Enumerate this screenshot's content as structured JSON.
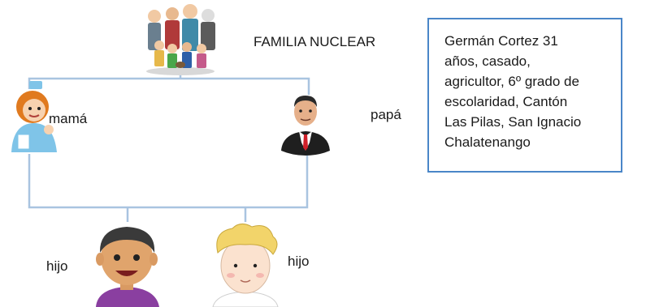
{
  "title": "FAMILIA NUCLEAR",
  "members": {
    "mother": "mamá",
    "father": "papá",
    "son_1": "hijo",
    "son_2": "hijo"
  },
  "info_box": {
    "text": "Germán Cortez 31\naños, casado,\nagricultor, 6º grado de\nescolaridad, Cantón\nLas Pilas, San Ignacio\nChalatenango"
  },
  "colors": {
    "connector_lines": "#a9c4e0",
    "box_border": "#4a86c8",
    "mother_hair": "#e07a1f",
    "mother_uniform": "#7fc4e8",
    "father_suit": "#1f1f1f",
    "father_tie": "#d0202a",
    "son1_shirt": "#8a3fa0",
    "son1_hair": "#3a3a3a",
    "son2_hair": "#f2d46a"
  },
  "icons": [
    "family-group-icon",
    "nurse-mother-icon",
    "father-suit-icon",
    "boy-dark-hair-icon",
    "boy-blond-hair-icon"
  ]
}
